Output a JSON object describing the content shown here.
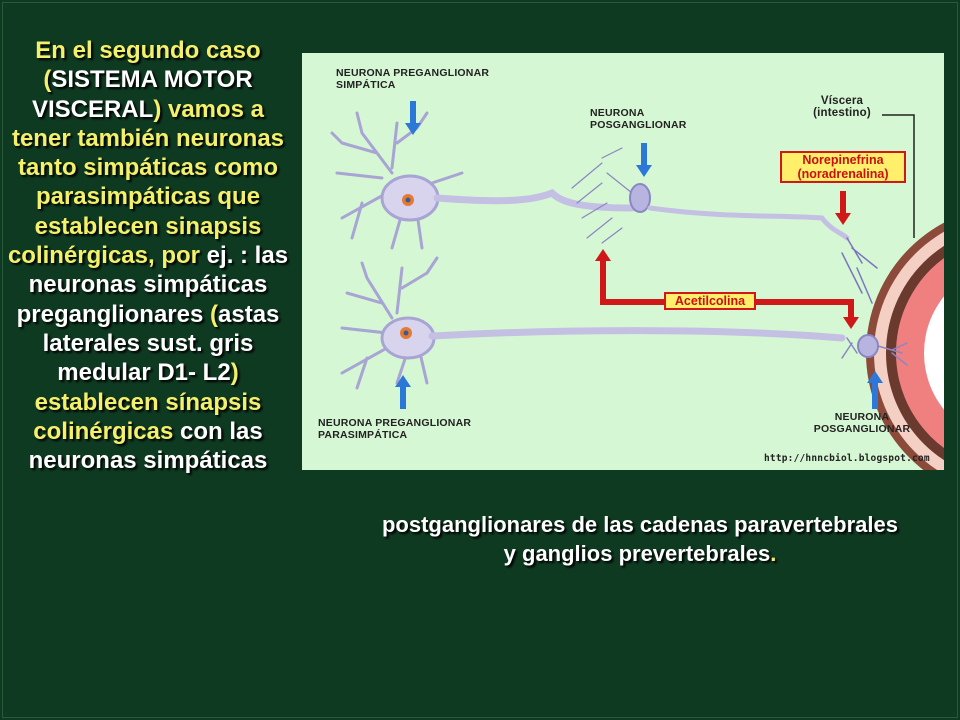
{
  "left_text": {
    "p1": "En el segundo caso (",
    "p2": "SISTEMA MOTOR VISCERAL",
    "p3": ") vamos a tener también neuronas tanto simpáticas como parasimpáticas que establecen sinapsis colinérgicas, por ",
    "p4": "ej. : las neuronas simpáticas preganglionares",
    "p5": " (",
    "p6": "astas laterales sust. gris medular D1- L2",
    "p7": ") establecen sínapsis colinérgicas ",
    "p8": "con las neuronas simpáticas"
  },
  "bottom_text": {
    "main": "postganglionares de las cadenas paravertebrales y ganglios prevertebrales",
    "dot": "."
  },
  "diagram": {
    "label_pre_simp": "NEURONA PREGANGLIONAR SIMPÁTICA",
    "label_post_simp": "NEURONA POSGANGLIONAR",
    "label_viscera": "Víscera (intestino)",
    "label_norepi": "Norepinefrina (noradrenalina)",
    "label_acetil": "Acetilcolina",
    "label_pre_para": "NEURONA PREGANGLIONAR PARASIMPÁTICA",
    "label_post_para": "NEURONA POSGANGLIONAR",
    "url": "http://hnncbiol.blogspot.com",
    "colors": {
      "background": "#d6f7d4",
      "axon": "#c4c0e4",
      "arrow_blue": "#2b78d8",
      "arrow_red": "#d01818",
      "viscera_wall": "#f08080"
    }
  }
}
